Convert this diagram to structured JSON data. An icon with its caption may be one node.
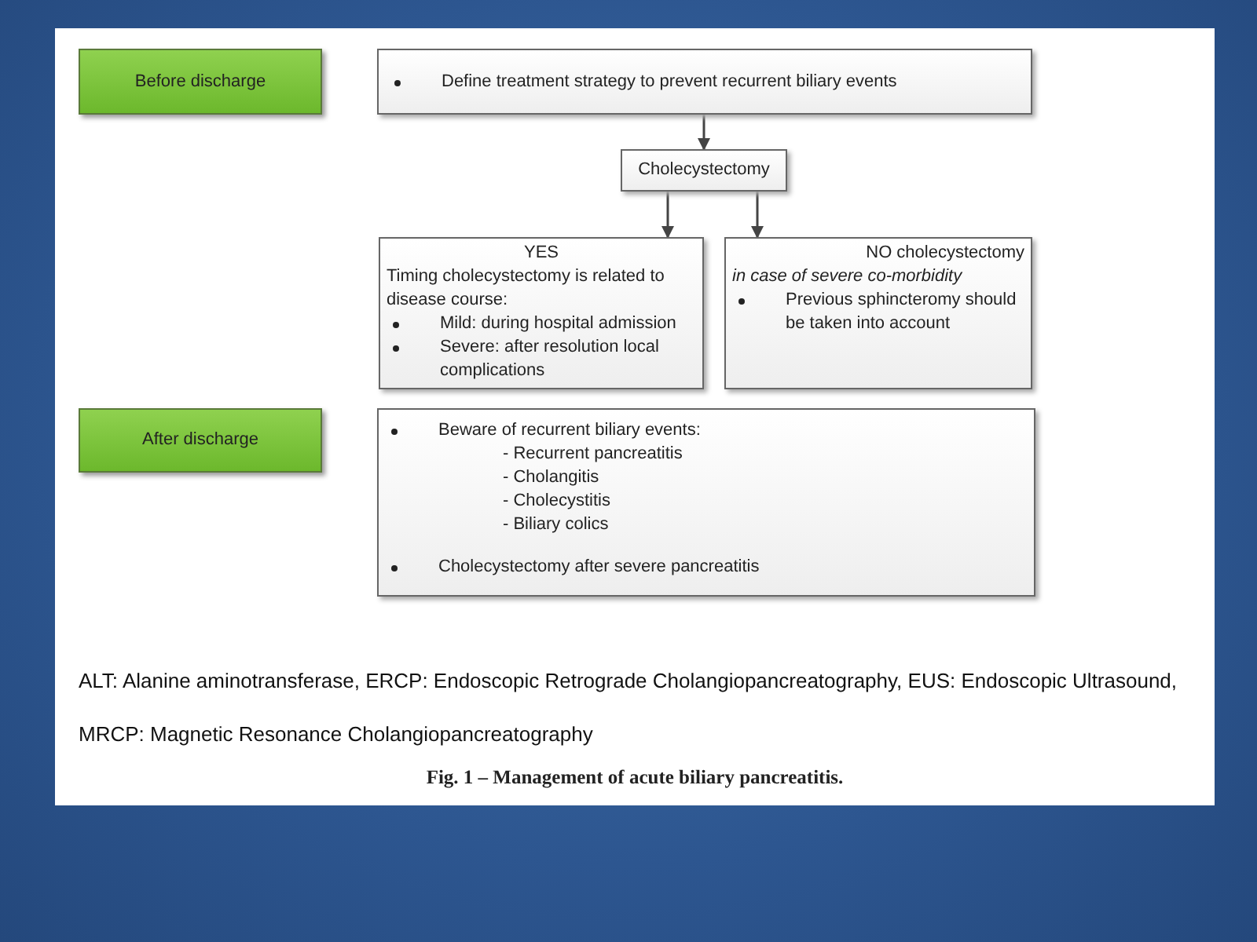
{
  "diagram": {
    "caption": "Fig. 1 – Management of acute biliary pancreatitis.",
    "nodes": [
      {
        "text": [
          "Before discharge"
        ]
      },
      {
        "text": [
          "Define treatment strategy to prevent recurrent biliary events"
        ]
      },
      {
        "text": [
          "Cholecystectomy"
        ]
      },
      {
        "text": [
          "YES",
          "Timing cholecystectomy is related to disease course:",
          "Mild: during hospital admission",
          "Severe: after resolution local complications"
        ]
      },
      {
        "text": [
          "NO cholecystectomy",
          "in case of severe co-morbidity",
          "Previous sphincteromy should be taken into account"
        ]
      },
      {
        "text": [
          "After discharge"
        ]
      },
      {
        "text": [
          "Beware of recurrent biliary events:",
          "- Recurrent pancreatitis",
          "- Cholangitis",
          "- Cholecystitis",
          "- Biliary colics",
          "Cholecystectomy after severe pancreatitis"
        ]
      }
    ],
    "edges": [
      {
        "from": 1,
        "to": 2,
        "arrow": "to"
      },
      {
        "from": 2,
        "to": 3,
        "arrow": "to"
      },
      {
        "from": 2,
        "to": 4,
        "arrow": "to"
      }
    ],
    "labels": [
      "ALT: Alanine aminotransferase, ERCP: Endoscopic Retrograde Cholangiopancreatography, EUS: Endoscopic Ultrasound, MRCP: Magnetic Resonance Cholangiopancreatography"
    ]
  }
}
